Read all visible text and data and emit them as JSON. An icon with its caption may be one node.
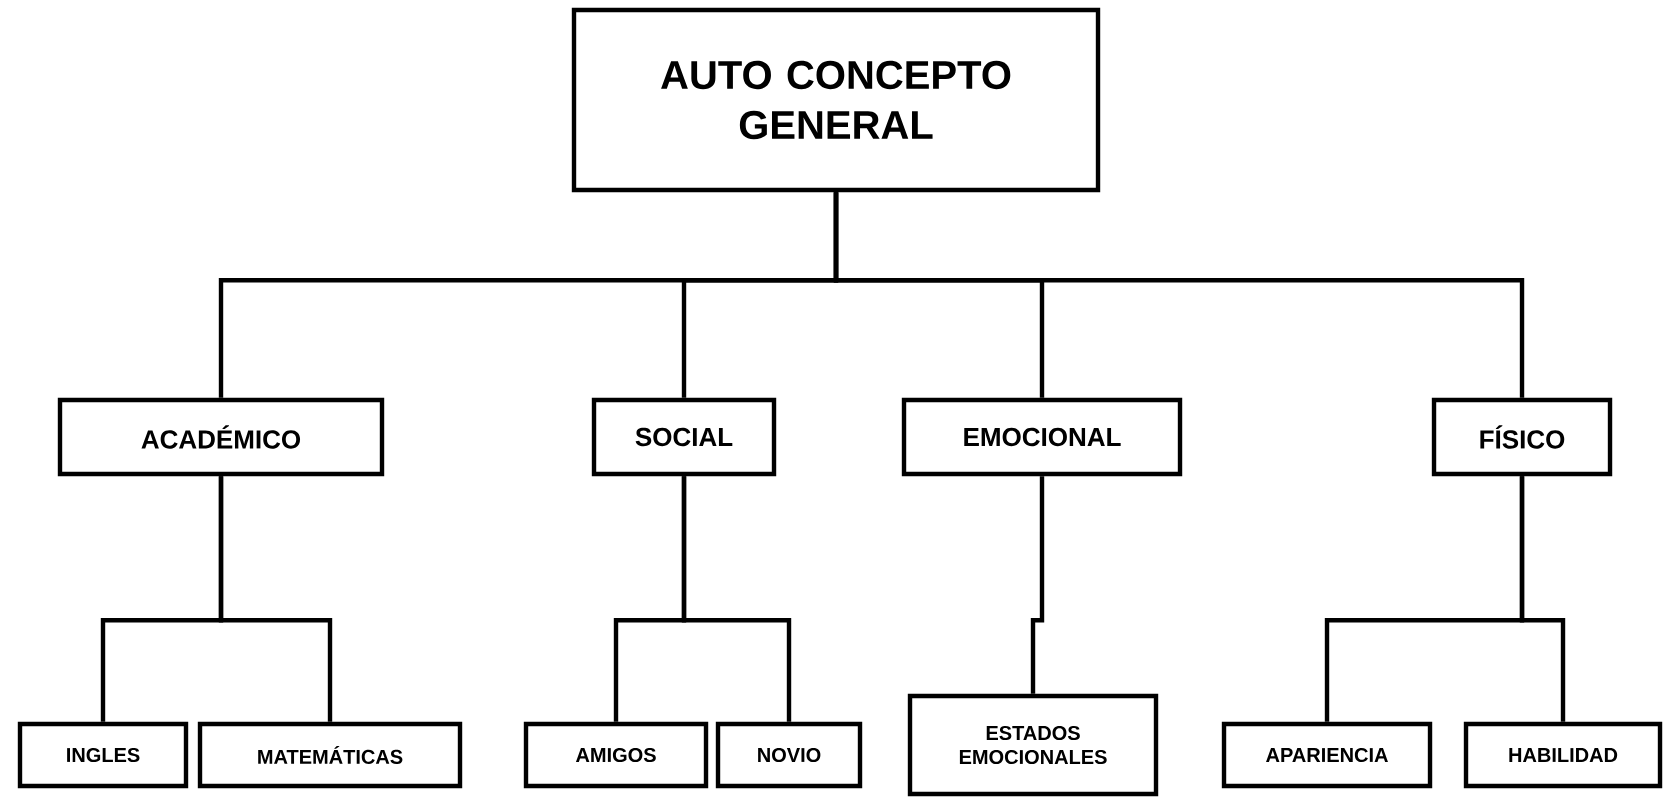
{
  "diagram": {
    "nodes": [
      {
        "text": [
          "AUTO CONCEPTO GENERAL"
        ]
      },
      {
        "text": [
          "ACADÉMICO"
        ]
      },
      {
        "text": [
          "SOCIAL"
        ]
      },
      {
        "text": [
          "EMOCIONAL"
        ]
      },
      {
        "text": [
          "FÍSICO"
        ]
      },
      {
        "text": [
          "INGLES"
        ]
      },
      {
        "text": [
          "MATEMÁTICAS"
        ]
      },
      {
        "text": [
          "AMIGOS"
        ]
      },
      {
        "text": [
          "NOVIO"
        ]
      },
      {
        "text": [
          "ESTADOS EMOCIONALES"
        ]
      },
      {
        "text": [
          "APARIENCIA"
        ]
      },
      {
        "text": [
          "HABILIDAD"
        ]
      }
    ],
    "edges": [
      {
        "from": 0,
        "to": 1,
        "arrow": "none"
      },
      {
        "from": 0,
        "to": 2,
        "arrow": "none"
      },
      {
        "from": 0,
        "to": 3,
        "arrow": "none"
      },
      {
        "from": 0,
        "to": 4,
        "arrow": "none"
      },
      {
        "from": 1,
        "to": 5,
        "arrow": "none"
      },
      {
        "from": 1,
        "to": 6,
        "arrow": "none"
      },
      {
        "from": 2,
        "to": 7,
        "arrow": "none"
      },
      {
        "from": 2,
        "to": 8,
        "arrow": "none"
      },
      {
        "from": 3,
        "to": 9,
        "arrow": "none"
      },
      {
        "from": 4,
        "to": 10,
        "arrow": "none"
      },
      {
        "from": 4,
        "to": 11,
        "arrow": "none"
      }
    ]
  }
}
